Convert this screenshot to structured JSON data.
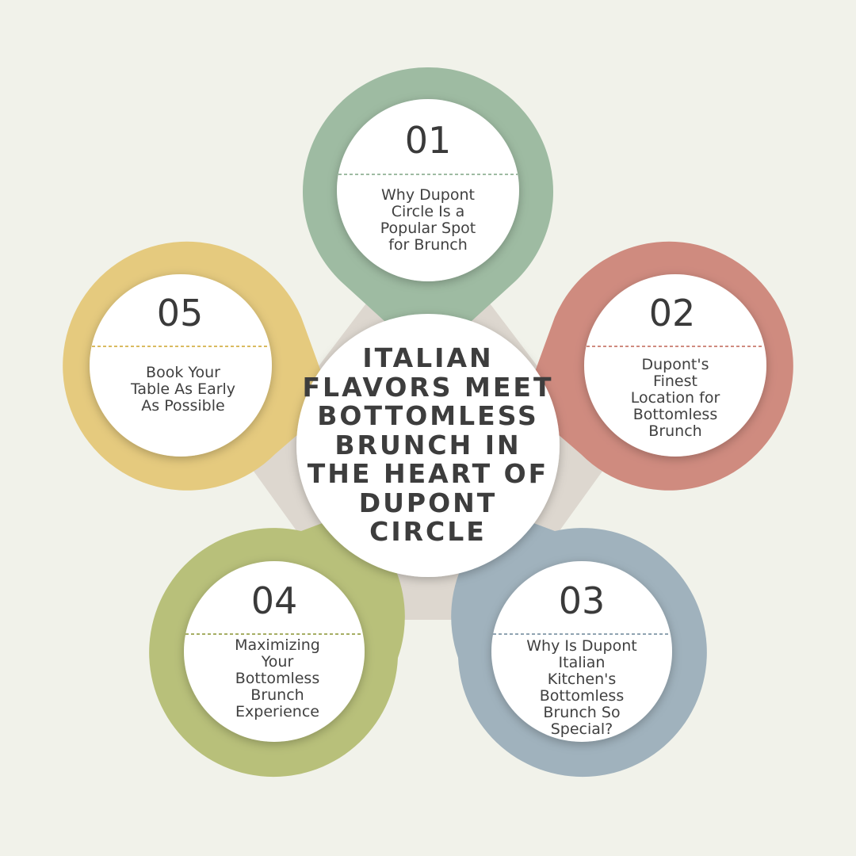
{
  "title": "ITALIAN FLAVORS MEET BOTTOMLESS BRUNCH IN THE HEART OF DUPONT CIRCLE",
  "colors": {
    "background": "#f1f2ea",
    "pentagon": "#ddd7cf",
    "node_01": "#9ebba2",
    "node_02": "#cf8b7f",
    "node_03": "#a0b2bd",
    "node_04": "#b8c07a",
    "node_05": "#e5ca7e"
  },
  "nodes": [
    {
      "number": "01",
      "label": "Why Dupont Circle Is a Popular Spot for Brunch"
    },
    {
      "number": "02",
      "label": "Dupont's Finest Location for Bottomless Brunch"
    },
    {
      "number": "03",
      "label": "Why Is Dupont Italian Kitchen's Bottomless Brunch So Special?"
    },
    {
      "number": "04",
      "label": "Maximizing Your Bottomless Brunch Experience"
    },
    {
      "number": "05",
      "label": "Book Your Table As Early As Possible"
    }
  ]
}
